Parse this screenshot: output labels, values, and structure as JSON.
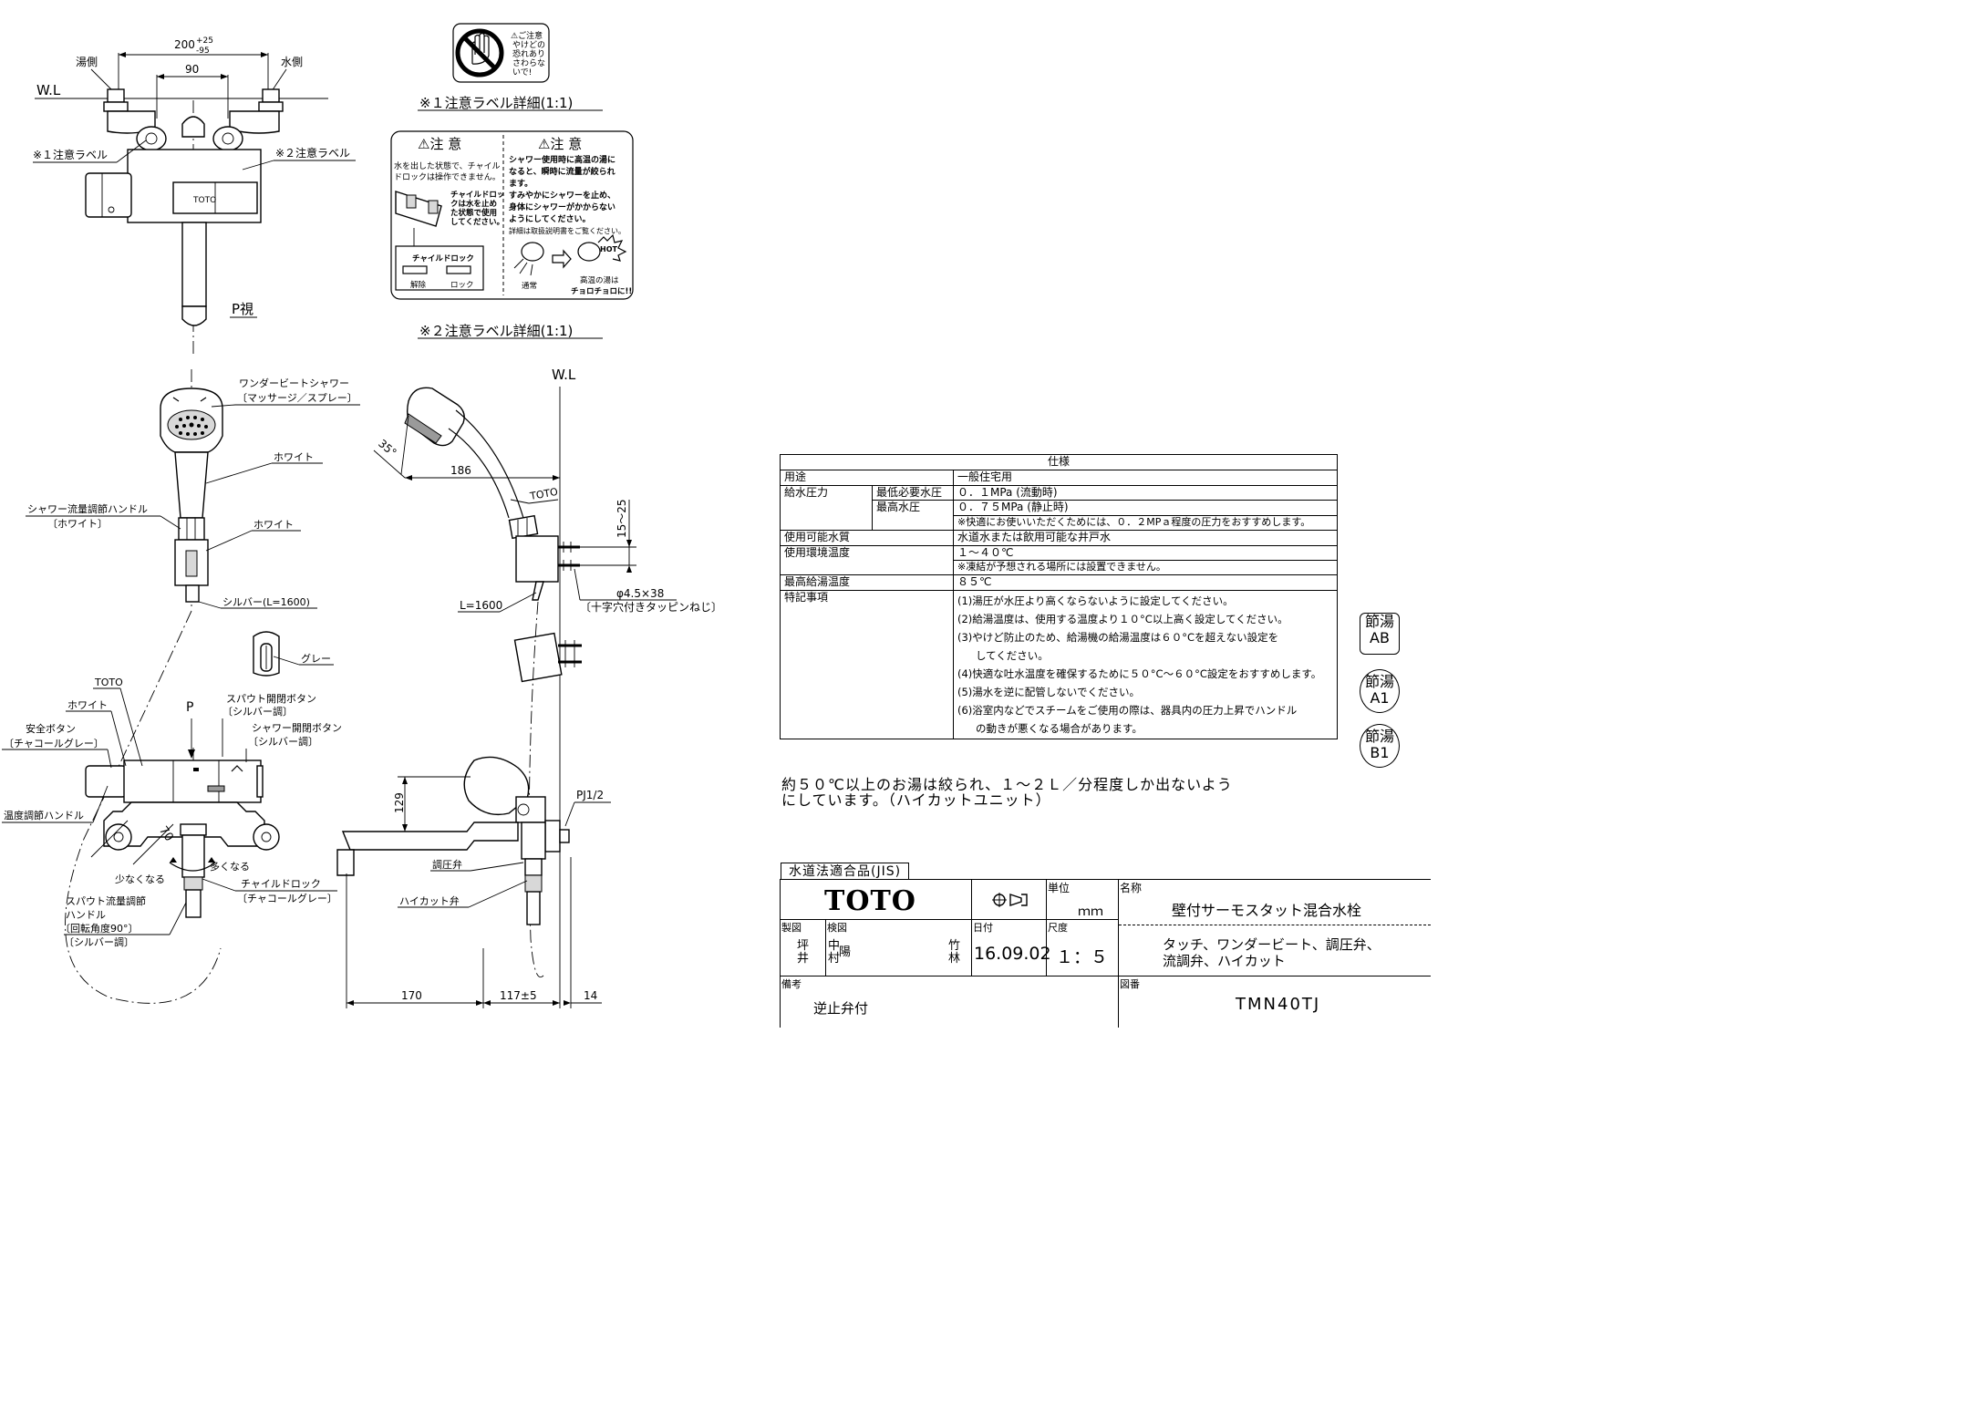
{
  "drawing_labels": {
    "top_dim_total": "200",
    "top_dim_tol_upper": "+25",
    "top_dim_tol_lower": "-95",
    "top_dim_inner": "90",
    "hot_side": "湯側",
    "cold_side": "水側",
    "wl": "W.L",
    "label1": "※１注意ラベル",
    "label2": "※２注意ラベル",
    "p_view": "P視",
    "label1_caption": "※１注意ラベル詳細(1:1)",
    "label2_caption": "※２注意ラベル詳細(1:1)",
    "shower_name": "ワンダービートシャワー",
    "shower_mode": "〔マッサージ／スプレー〕",
    "white1": "ホワイト",
    "flow_handle": "シャワー流量調節ハンドル",
    "flow_handle_color": "〔ホワイト〕",
    "white2": "ホワイト",
    "hose": "シルバー(L=1600)",
    "gray": "グレー",
    "toto_mark": "TOTO",
    "white3": "ホワイト",
    "p_arrow": "P",
    "spout_button": "スパウト開閉ボタン",
    "spout_button_color": "〔シルバー調〕",
    "safety_button": "安全ボタン",
    "safety_button_color": "〔チャコールグレー〕",
    "shower_button": "シャワー開閉ボタン",
    "shower_button_color": "〔シルバー調〕",
    "temp_handle": "温度調節ハンドル",
    "dim_70": "70",
    "more": "多くなる",
    "less": "少なくなる",
    "child_lock": "チャイルドロック",
    "child_lock_color": "〔チャコールグレー〕",
    "spout_handle_1": "スパウト流量調節",
    "spout_handle_2": "ハンドル",
    "spout_handle_3": "〔回転角度90°〕",
    "spout_handle_4": "〔シルバー調〕",
    "side_wl": "W.L",
    "angle_35": "35°",
    "dim_186": "186",
    "toto_side": "TOTO",
    "dim_15_25": "15〜25",
    "hose_l": "L=1600",
    "screw": "φ4.5×38",
    "screw_desc": "〔十字穴付きタッピンねじ〕",
    "pj": "PJ1/2",
    "dim_129": "129",
    "pressure_valve": "調圧弁",
    "hicut_valve": "ハイカット弁",
    "dim_170": "170",
    "dim_117": "117±5",
    "dim_14": "14"
  },
  "label1_sticker": {
    "line1": "⚠ご注意",
    "line2": "やけどの",
    "line3": "恐れあり",
    "line4": "さわらな",
    "line5": "いで!"
  },
  "label2_sticker": {
    "left_title": "⚠注 意",
    "left_l1": "水を出した状態で、チャイル",
    "left_l2": "ドロックは操作できません。",
    "left_c1": "チャイルドロッ",
    "left_c2": "クは水を止め",
    "left_c3": "た状態で使用",
    "left_c4": "してください。",
    "left_lock": "チャイルドロック",
    "left_release": "解除",
    "left_lockword": "ロック",
    "right_title": "⚠注 意",
    "right_l1": "シャワー使用時に高温の湯に",
    "right_l2": "なると、瞬時に流量が絞られ",
    "right_l3": "ます。",
    "right_l4": "すみやかにシャワーを止め、",
    "right_l5": "身体にシャワーがかからない",
    "right_l6": "ようにしてください。",
    "right_l7": "詳細は取扱説明書をご覧ください。",
    "right_hot": "HOT",
    "right_normal": "通常",
    "right_hot_cap1": "高温の湯は",
    "right_hot_cap2": "チョロチョロに!!"
  },
  "spec": {
    "title": "仕様",
    "r1_label": "用途",
    "r1_value": "一般住宅用",
    "r2_label": "給水圧力",
    "r2_sub1": "最低必要水圧",
    "r2_val1": "０．１MPa (流動時)",
    "r2_sub2": "最高水圧",
    "r2_val2": "０．７５MPa (静止時)",
    "r2_note": "※快適にお使いいただくためには、０．２MPａ程度の圧力をおすすめします。",
    "r3_label": "使用可能水質",
    "r3_value": "水道水または飲用可能な井戸水",
    "r4_label": "使用環境温度",
    "r4_value": "１〜４０℃",
    "r4_note": "※凍結が予想される場所には設置できません。",
    "r5_label": "最高給湯温度",
    "r5_value": "８５℃",
    "r6_label": "特記事項",
    "n1": "(1)湯圧が水圧より高くならないように設定してください。",
    "n2": "(2)給湯温度は、使用する温度より１０°C以上高く設定してください。",
    "n3a": "(3)やけど防止のため、給湯機の給湯温度は６０°Cを超えない設定を",
    "n3b": "してください。",
    "n4": "(4)快適な吐水温度を確保するために５０°C〜６０°C設定をおすすめします。",
    "n5": "(5)湯水を逆に配管しないでください。",
    "n6a": "(6)浴室内などでスチームをご使用の際は、器具内の圧力上昇でハンドル",
    "n6b": "の動きが悪くなる場合があります。"
  },
  "side_icons": {
    "ab_top": "節湯",
    "ab_bottom": "AB",
    "a1_top": "節湯",
    "a1_bottom": "A1",
    "b1_top": "節湯",
    "b1_bottom": "B1"
  },
  "note": {
    "line1": "約５０℃以上のお湯は絞られ、１〜２Ｌ／分程度しか出ないよう",
    "line2": "にしています。（ハイカットユニット）"
  },
  "title_block": {
    "jis": "水道法適合品(JIS)",
    "logo": "TOTO",
    "unit_label": "単位",
    "unit_value": "ｍｍ",
    "name_label": "名称",
    "name_value": "壁付サーモスタット混合水栓",
    "desc1": "タッチ、ワンダービート、調圧弁、",
    "desc2": "流調弁、ハイカット",
    "drawn_label": "製図",
    "drawn_1": "坪",
    "drawn_2": "井",
    "checked_label": "検図",
    "checked_1": "中",
    "checked_2": "村",
    "checked_stamp": "陽",
    "approve_1": "竹",
    "approve_2": "林",
    "date_label": "日付",
    "date_value": "16.09.02",
    "scale_label": "尺度",
    "scale_value": "１：５",
    "remarks_label": "備考",
    "remarks_value": "逆止弁付",
    "drawing_no_label": "図番",
    "drawing_no_value": "TMN40TJ"
  }
}
